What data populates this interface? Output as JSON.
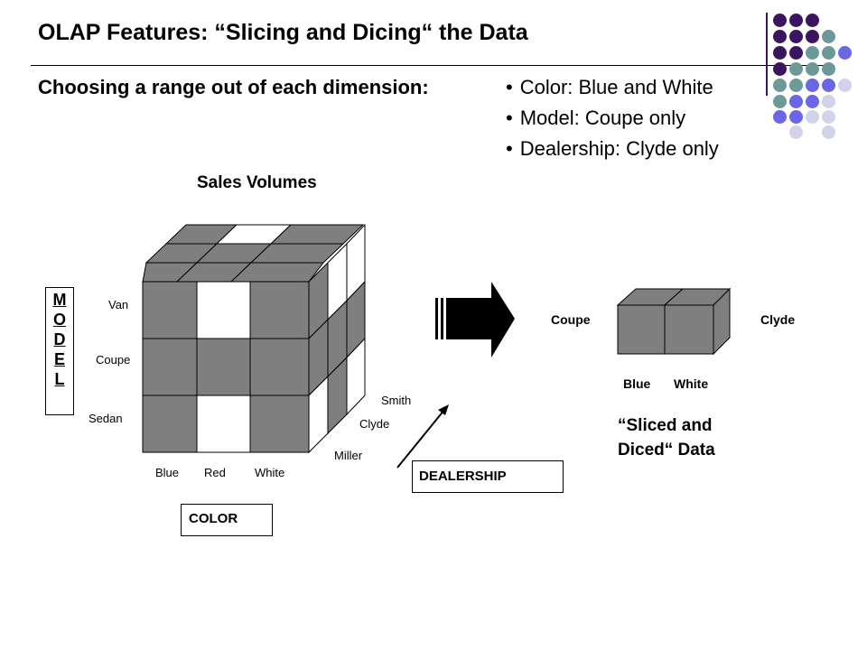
{
  "slide": {
    "title": "OLAP Features: “Slicing and Dicing“ the Data",
    "subtitle": "Choosing a range out of each dimension:",
    "bullets": [
      "Color: Blue and White",
      "Model: Coupe only",
      "Dealership: Clyde only"
    ]
  },
  "cube": {
    "caption": "Sales Volumes",
    "model_axis_letters": [
      "M",
      "O",
      "D",
      "E",
      "L"
    ],
    "models": [
      "Van",
      "Coupe",
      "Sedan"
    ],
    "colors": [
      "Blue",
      "Red",
      "White"
    ],
    "dealers": [
      "Smith",
      "Clyde",
      "Miller"
    ],
    "color_axis": "COLOR",
    "dealership_axis": "DEALERSHIP"
  },
  "result": {
    "model": "Coupe",
    "dealer": "Clyde",
    "colors": [
      "Blue",
      "White"
    ],
    "caption_line1": "“Sliced and",
    "caption_line2": "Diced“ Data"
  },
  "theme": {
    "cell_gray": "#7f7f7f",
    "dot_colors": [
      "#3b1560",
      "#6c9a99",
      "#6b66e6",
      "#d2d2ea"
    ]
  }
}
